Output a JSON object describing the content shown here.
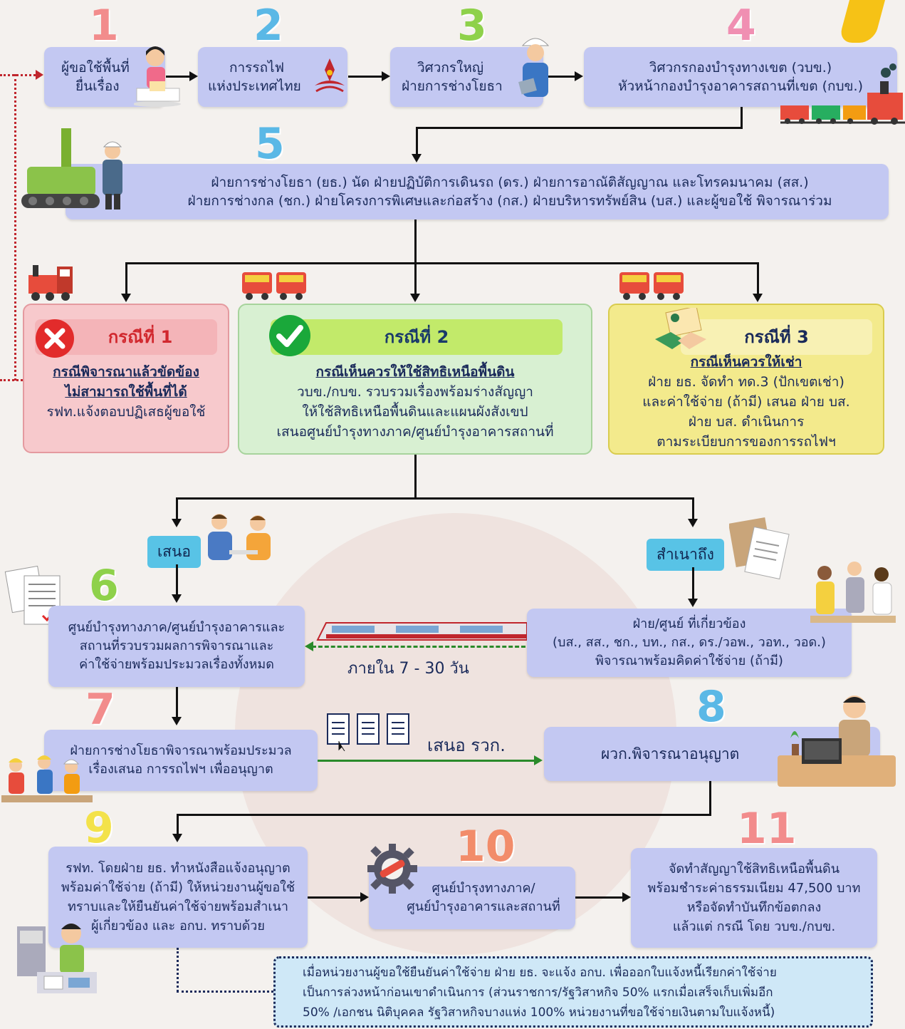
{
  "steps": {
    "n1": "1",
    "n2": "2",
    "n3": "3",
    "n4": "4",
    "n5": "5",
    "n6": "6",
    "n7": "7",
    "n8": "8",
    "n9": "9",
    "n10": "10",
    "n11": "11"
  },
  "step1": {
    "line1": "ผู้ขอใช้พื้นที่",
    "line2": "ยื่นเรื่อง"
  },
  "step2": {
    "line1": "การรถไฟ",
    "line2": "แห่งประเทศไทย"
  },
  "step3": {
    "line1": "วิศวกรใหญ่",
    "line2": "ฝ่ายการช่างโยธา"
  },
  "step4": {
    "line1": "วิศวกรกองบำรุงทางเขต (วบข.)",
    "line2": "หัวหน้ากองบำรุงอาคารสถานที่เขต (กบข.)"
  },
  "step5": {
    "line1": "ฝ่ายการช่างโยธา (ยธ.) นัด ฝ่ายปฏิบัติการเดินรถ (ดร.) ฝ่ายการอาณัติสัญญาณ และโทรคมนาคม (สส.)",
    "line2": "ฝ่ายการช่างกล (ชก.) ฝ่ายโครงการพิเศษและก่อสร้าง (กส.) ฝ่ายบริหารทรัพย์สิน (บส.) และผู้ขอใช้ พิจารณาร่วม"
  },
  "case1": {
    "title": "กรณีที่ 1",
    "head1": "กรณีพิจารณาแล้วขัดข้อง",
    "head2": "ไม่สามารถใช้พื้นที่ได้",
    "body": "รฟท.แจ้งตอบปฏิเสธผู้ขอใช้"
  },
  "case2": {
    "title": "กรณีที่ 2",
    "head": "กรณีเห็นควรให้ใช้สิทธิเหนือพื้นดิน",
    "l1": "วบข./กบข. รวบรวมเรื่องพร้อมร่างสัญญา",
    "l2": "ให้ใช้สิทธิเหนือพื้นดินและแผนผังสังเขป",
    "l3": "เสนอศูนย์บำรุงทางภาค/ศูนย์บำรุงอาคารสถานที่"
  },
  "case3": {
    "title": "กรณีที่ 3",
    "head": "กรณีเห็นควรให้เช่า",
    "l1": "ฝ่าย ยธ. จัดทำ ทด.3 (ปักเขตเช่า)",
    "l2": "และค่าใช้จ่าย (ถ้ามี) เสนอ ฝ่าย บส.",
    "l3": "ฝ่าย บส. ดำเนินการ",
    "l4": "ตามระเบียบการของการรถไฟฯ"
  },
  "labels": {
    "propose": "เสนอ",
    "copy": "สำเนาถึง",
    "days": "ภายใน 7 - 30 วัน",
    "propose_rwk": "เสนอ รวก."
  },
  "step6": {
    "l1": "ศูนย์บำรุงทางภาค/ศูนย์บำรุงอาคารและ",
    "l2": "สถานที่รวบรวมผลการพิจารณาและ",
    "l3": "ค่าใช้จ่ายพร้อมประมวลเรื่องทั้งหมด"
  },
  "related": {
    "l1": "ฝ่าย/ศูนย์ ที่เกี่ยวข้อง",
    "l2": "(บส., สส., ชก., บท., กส., ดร./วอพ., วอท., วอด.)",
    "l3": "พิจารณาพร้อมคิดค่าใช้จ่าย (ถ้ามี)"
  },
  "step7": {
    "l1": "ฝ่ายการช่างโยธาพิจารณาพร้อมประมวล",
    "l2": "เรื่องเสนอ การรถไฟฯ เพื่ออนุญาต"
  },
  "step8": {
    "l1": "ผวก.พิจารณาอนุญาต"
  },
  "step9": {
    "l1": "รฟท. โดยฝ่าย ยธ. ทำหนังสือแจ้งอนุญาต",
    "l2": "พร้อมค่าใช้จ่าย (ถ้ามี) ให้หน่วยงานผู้ขอใช้",
    "l3": "ทราบและให้ยืนยันค่าใช้จ่ายพร้อมสำเนา",
    "l4": "ผู้เกี่ยวข้อง และ อกบ. ทราบด้วย"
  },
  "step10": {
    "l1": "ศูนย์บำรุงทางภาค/",
    "l2": "ศูนย์บำรุงอาคารและสถานที่"
  },
  "step11": {
    "l1": "จัดทำสัญญาใช้สิทธิเหนือพื้นดิน",
    "l2": "พร้อมชำระค่าธรรมเนียม 47,500 บาท",
    "l3": "หรือจัดทำบันทึกข้อตกลง",
    "l4": "แล้วแต่ กรณี โดย วบข./กบข."
  },
  "note": {
    "l1": "เมื่อหน่วยงานผู้ขอใช้ยืนยันค่าใช้จ่าย ฝ่าย ยธ. จะแจ้ง อกบ. เพื่อออกใบแจ้งหนี้เรียกค่าใช้จ่าย",
    "l2": "เป็นการล่วงหน้าก่อนเขาดำเนินการ (ส่วนราชการ/รัฐวิสาหกิจ 50% แรกเมื่อเสร็จเก็บเพิ่มอีก",
    "l3": "50% /เอกชน นิติบุคคล รัฐวิสาหกิจบางแห่ง 100% หน่วยงานที่ขอใช้จ่ายเงินตามใบแจ้งหนี้)"
  },
  "colors": {
    "box": "#c3c8f2",
    "case1_bg": "#f7c9cc",
    "case2_bg": "#d8f0d2",
    "case3_bg": "#f3ea8c",
    "num1": "#f28c8c",
    "num2": "#5ab8e6",
    "num3": "#8ed14a",
    "num4": "#f08fb2",
    "num5": "#5ab8e6",
    "num6": "#8ed14a",
    "num7": "#f28c8c",
    "num8": "#5ab8e6",
    "num9": "#f3e24a",
    "num10": "#f28c6a",
    "num11": "#f28c8c"
  }
}
